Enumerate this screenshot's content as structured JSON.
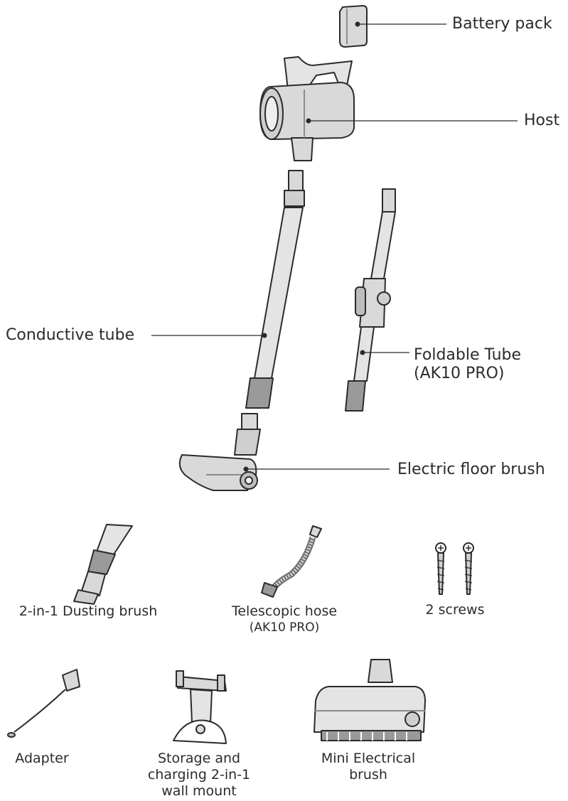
{
  "callouts": {
    "battery_pack": "Battery pack",
    "host": "Host",
    "conductive_tube": "Conductive tube",
    "foldable_tube": [
      "Foldable Tube",
      "(AK10 PRO)"
    ],
    "electric_floor_brush": "Electric floor brush"
  },
  "accessories": {
    "dusting_brush": [
      "2-in-1 Dusting brush"
    ],
    "telescopic_hose": [
      "Telescopic hose",
      "(AK10 PRO)"
    ],
    "screws": [
      "2 screws"
    ],
    "adapter": [
      "Adapter"
    ],
    "wall_mount": [
      "Storage and",
      "charging 2-in-1",
      "wall mount"
    ],
    "mini_brush": [
      "Mini Electrical",
      "brush"
    ]
  },
  "colors": {
    "line": "#2b2b2b",
    "part_fill": "#d9d9d9",
    "part_dark": "#8c8c8c"
  }
}
